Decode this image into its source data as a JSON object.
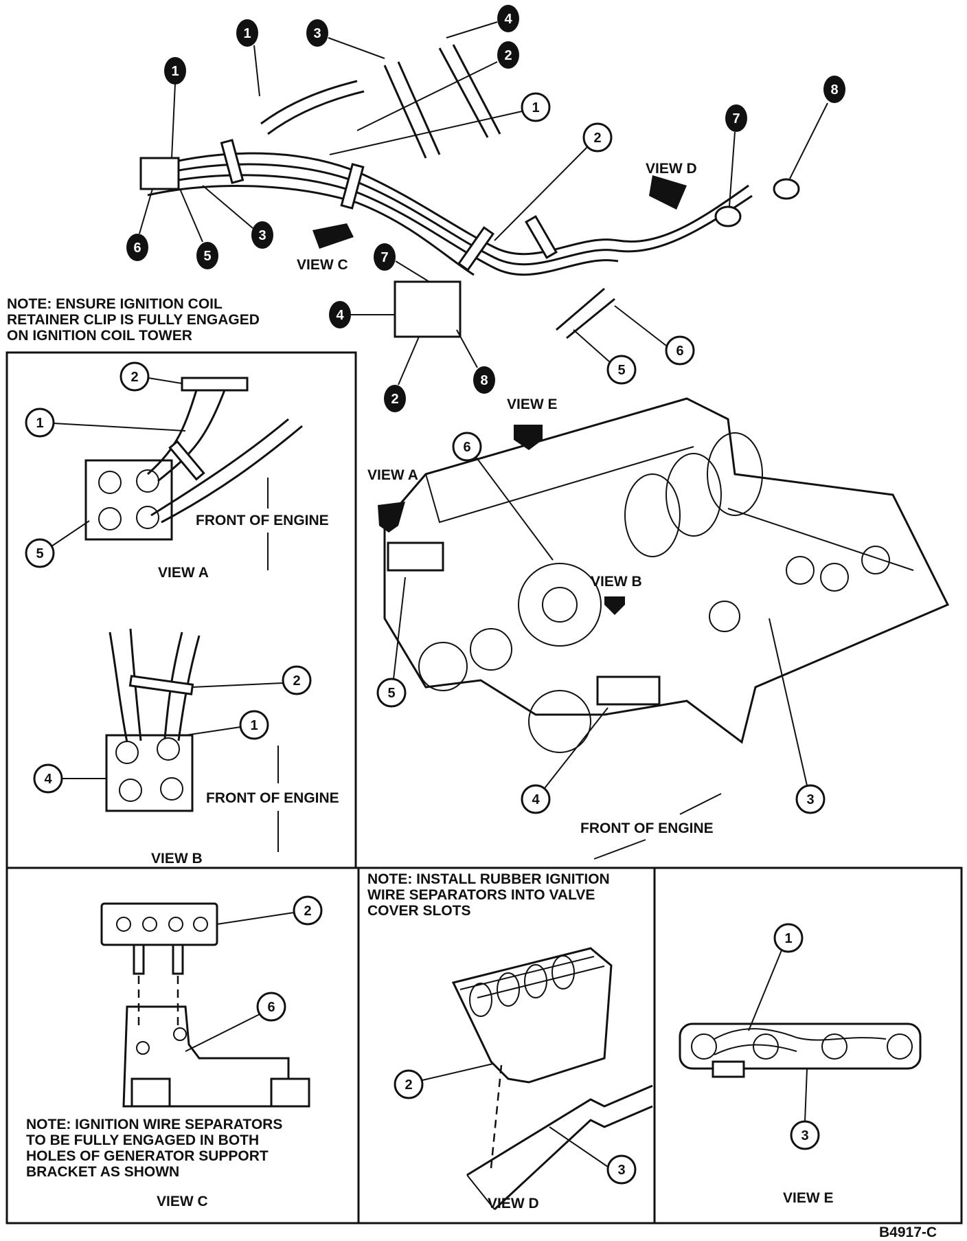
{
  "notes": {
    "coil_clip": [
      "NOTE: ENSURE IGNITION COIL",
      "RETAINER CLIP IS FULLY ENGAGED",
      "ON IGNITION COIL TOWER"
    ],
    "separators_valve_cover": [
      "NOTE: INSTALL RUBBER IGNITION",
      "WIRE SEPARATORS INTO VALVE",
      "COVER SLOTS"
    ],
    "separators_bracket": [
      "NOTE: IGNITION WIRE SEPARATORS",
      "TO BE FULLY ENGAGED IN BOTH",
      "HOLES OF GENERATOR SUPPORT",
      "BRACKET AS SHOWN"
    ]
  },
  "views": {
    "a": "VIEW A",
    "b": "VIEW B",
    "c": "VIEW C",
    "d": "VIEW D",
    "e": "VIEW E"
  },
  "front_of_engine": "FRONT OF ENGINE",
  "callouts": {
    "one": "1",
    "two": "2",
    "three": "3",
    "four": "4",
    "five": "5",
    "six": "6",
    "seven": "7",
    "eight": "8"
  },
  "figure_id": "B4917-C"
}
